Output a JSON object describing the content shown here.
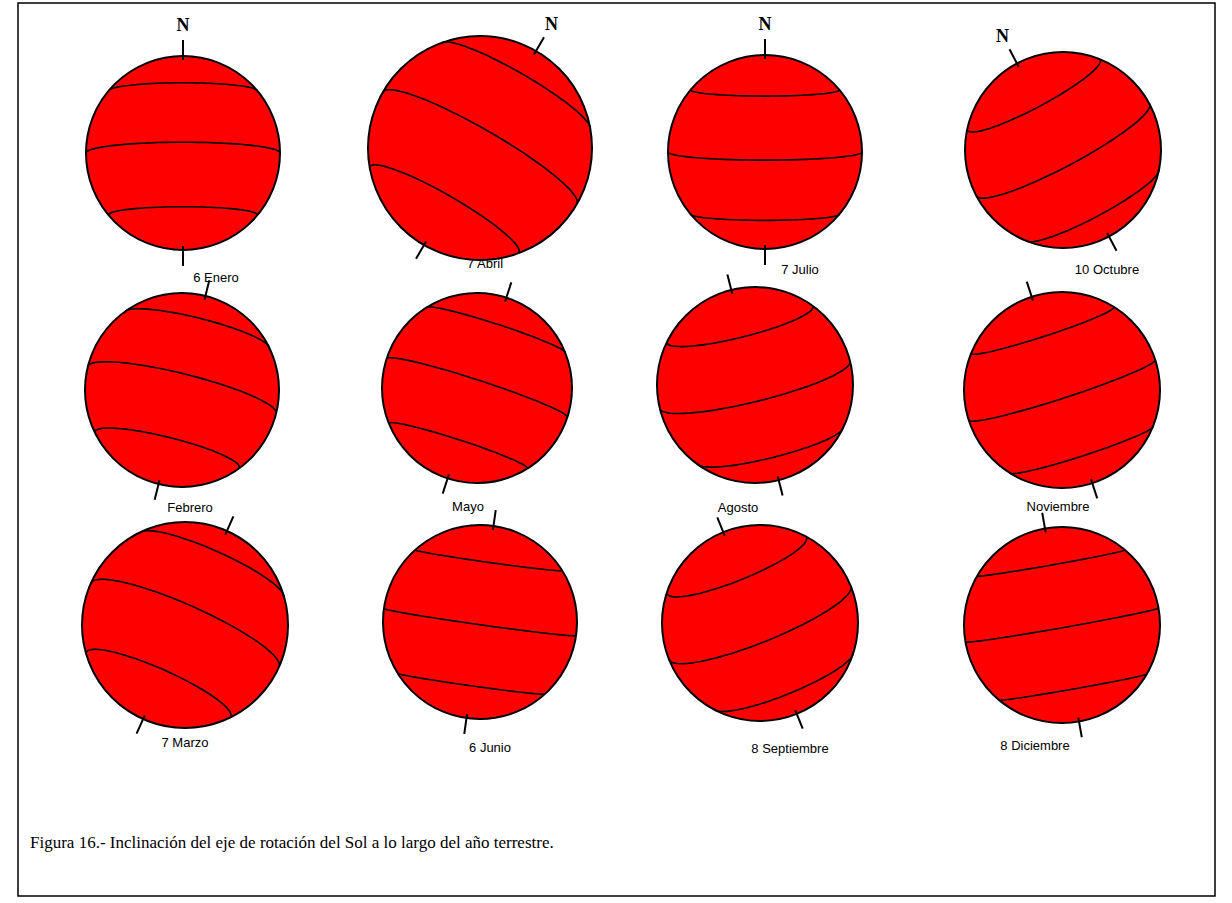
{
  "diagram": {
    "caption": "Figura 16.- Inclinación del eje de rotación del Sol a lo largo del año terrestre.",
    "labels": [
      "N",
      "6 Enero",
      "N",
      "7 Abril",
      "N",
      "7 Julio",
      "N",
      "10 Octubre",
      "Febrero",
      "Mayo",
      "Agosto",
      "Noviembre",
      "7 Marzo",
      "6 Junio",
      "8 Septiembre",
      "8 Diciembre"
    ]
  }
}
